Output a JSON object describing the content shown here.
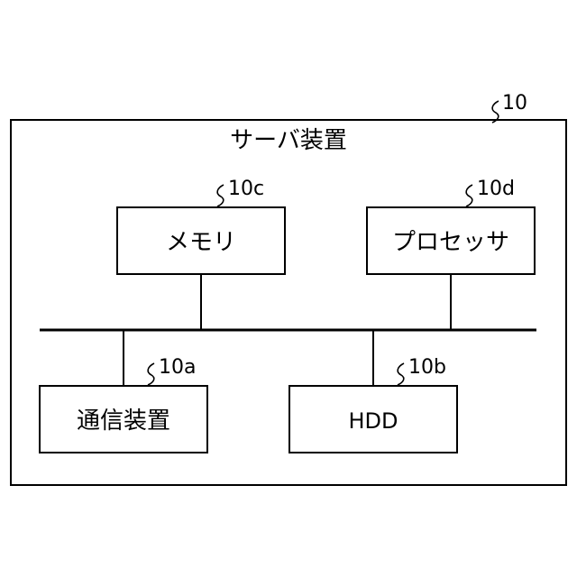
{
  "server": {
    "title": "サーバ装置",
    "ref": "10"
  },
  "memory": {
    "label": "メモリ",
    "ref": "10c"
  },
  "processor": {
    "label": "プロセッサ",
    "ref": "10d"
  },
  "comm": {
    "label": "通信装置",
    "ref": "10a"
  },
  "hdd": {
    "label": "HDD",
    "ref": "10b"
  }
}
